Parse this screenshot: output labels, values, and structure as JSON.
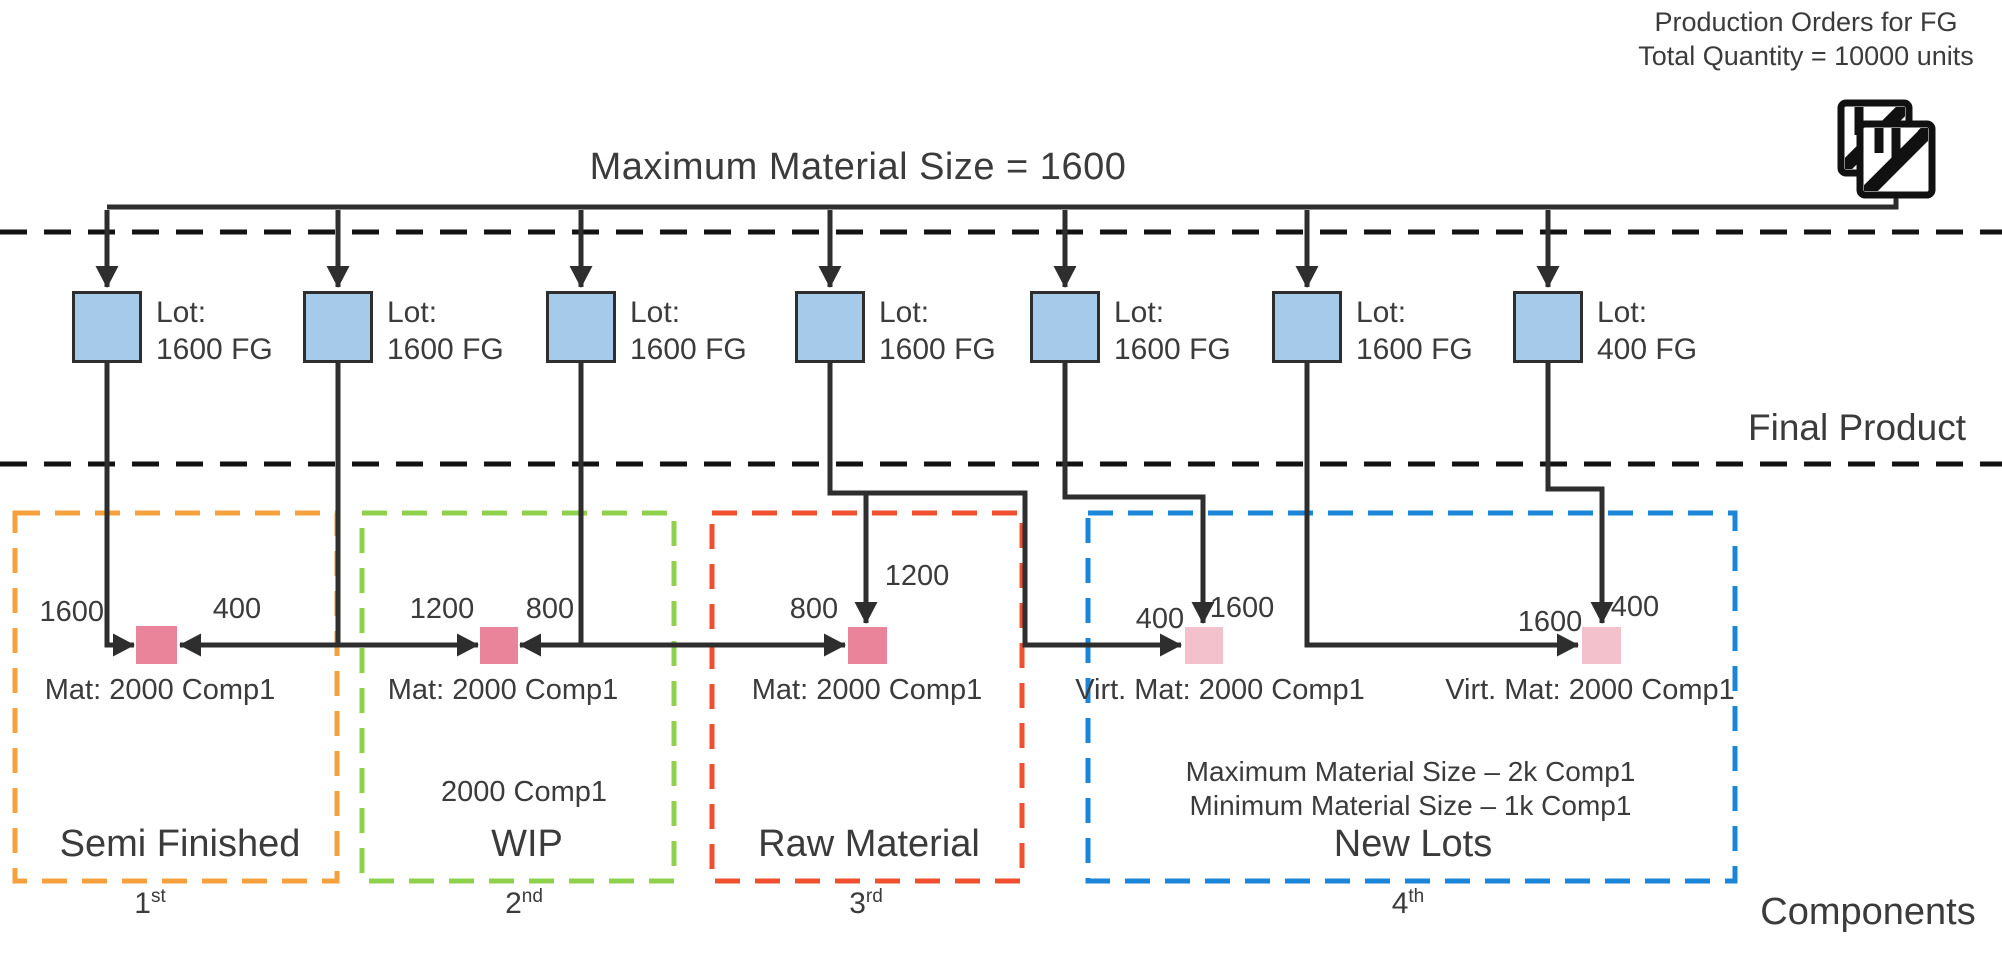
{
  "title": "Maximum Material Size = 1600",
  "production_orders": {
    "line1": "Production Orders for FG",
    "line2": "Total Quantity = 10000 units",
    "icon": "stacked-lots-icon"
  },
  "bands": {
    "final_product": "Final Product",
    "components": "Components"
  },
  "lots": [
    {
      "name": "Lot:",
      "qty": "1600 FG"
    },
    {
      "name": "Lot:",
      "qty": "1600 FG"
    },
    {
      "name": "Lot:",
      "qty": "1600 FG"
    },
    {
      "name": "Lot:",
      "qty": "1600 FG"
    },
    {
      "name": "Lot:",
      "qty": "1600 FG"
    },
    {
      "name": "Lot:",
      "qty": "1600 FG"
    },
    {
      "name": "Lot:",
      "qty": "400 FG"
    }
  ],
  "flows": {
    "f1": "1600",
    "f2": "400",
    "f3": "1200",
    "f4": "800",
    "f5": "800",
    "f6": "1200",
    "f7": "400",
    "f8": "1600",
    "f9": "1600",
    "f10": "400"
  },
  "component_squares": [
    {
      "label": "Mat: 2000 Comp1",
      "type": "material"
    },
    {
      "label": "Mat: 2000 Comp1",
      "type": "material"
    },
    {
      "label": "Mat: 2000 Comp1",
      "type": "material"
    },
    {
      "label": "Virt. Mat: 2000 Comp1",
      "type": "virtual"
    },
    {
      "label": "Virt. Mat: 2000 Comp1",
      "type": "virtual"
    }
  ],
  "groups": [
    {
      "name": "Semi Finished",
      "ordinal": "1",
      "ordinal_suffix": "st",
      "border_color": "#F5A13D"
    },
    {
      "name": "WIP",
      "note": "2000 Comp1",
      "ordinal": "2",
      "ordinal_suffix": "nd",
      "border_color": "#8FD14F"
    },
    {
      "name": "Raw Material",
      "ordinal": "3",
      "ordinal_suffix": "rd",
      "border_color": "#F1502F"
    },
    {
      "name": "New Lots",
      "note_line1": "Maximum Material Size – 2k Comp1",
      "note_line2": "Minimum Material Size – 1k Comp1",
      "ordinal": "4",
      "ordinal_suffix": "th",
      "border_color": "#1B85D8"
    }
  ],
  "colors": {
    "lot_fill": "#A6CBEA",
    "material_fill": "#E9849A",
    "virtual_fill": "#F3C1CC",
    "line": "#2E2E2E",
    "text": "#3B3B3B",
    "semi_finished_border": "#F5A13D",
    "wip_border": "#8FD14F",
    "raw_material_border": "#F1502F",
    "new_lots_border": "#1B85D8"
  }
}
